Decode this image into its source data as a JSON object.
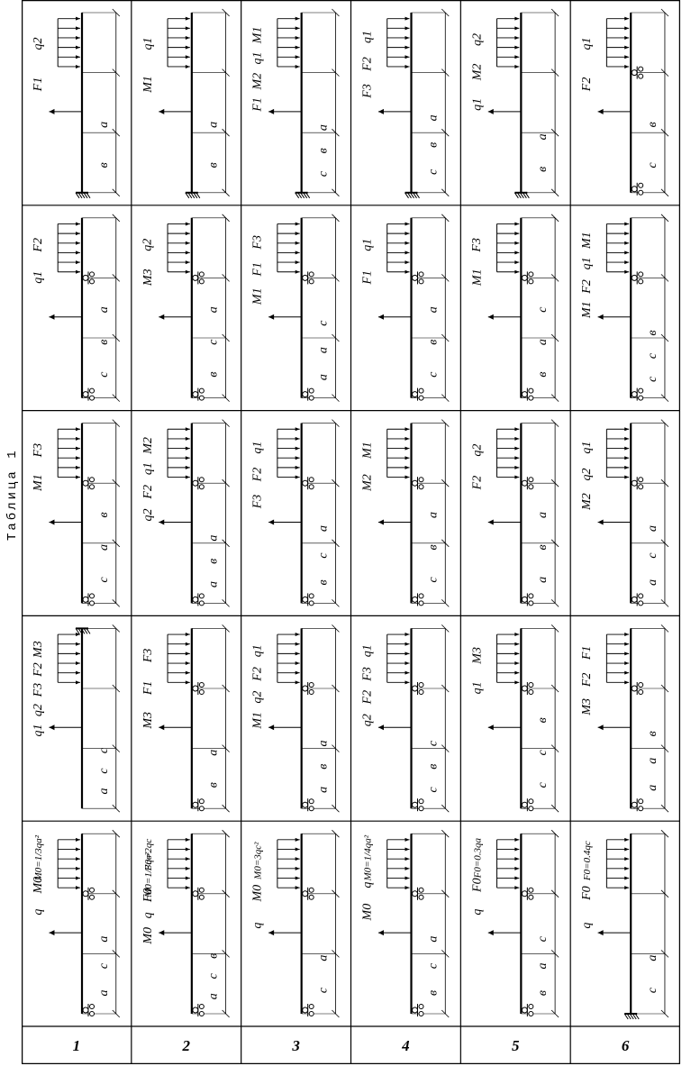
{
  "caption": "Таблица 1",
  "rows": [
    {
      "label": "1",
      "cells": [
        {
          "beam": "cantilever-left",
          "labels": [
            "q2",
            "F1",
            "a",
            "в"
          ]
        },
        {
          "beam": "two-support",
          "labels": [
            "F2",
            "q1",
            "a",
            "в",
            "c"
          ]
        },
        {
          "beam": "two-support",
          "labels": [
            "F3",
            "M1",
            "в",
            "a",
            "c"
          ]
        },
        {
          "beam": "cantilever-right",
          "labels": [
            "M3",
            "F2",
            "F3",
            "q2",
            "q1",
            "c",
            "c",
            "a"
          ]
        },
        {
          "beam": "two-support",
          "labels": [
            "M0=1/3qa²",
            "M0",
            "q",
            "a",
            "c",
            "a"
          ]
        }
      ]
    },
    {
      "label": "2",
      "cells": [
        {
          "beam": "cantilever-left",
          "labels": [
            "q1",
            "M1",
            "a",
            "в"
          ]
        },
        {
          "beam": "two-support",
          "labels": [
            "q2",
            "M3",
            "a",
            "c",
            "в"
          ]
        },
        {
          "beam": "two-support",
          "labels": [
            "M2",
            "q1",
            "F2",
            "q2",
            "a",
            "в",
            "a"
          ]
        },
        {
          "beam": "two-support",
          "labels": [
            "F3",
            "F1",
            "M3",
            "a",
            "в"
          ]
        },
        {
          "beam": "two-support",
          "labels": [
            "F0=2qc",
            "M0=1/3qв²",
            "F0",
            "q",
            "M0",
            "в",
            "c",
            "a"
          ]
        }
      ]
    },
    {
      "label": "3",
      "cells": [
        {
          "beam": "cantilever-left",
          "labels": [
            "M1",
            "q1",
            "M2",
            "F1",
            "a",
            "в",
            "c"
          ]
        },
        {
          "beam": "two-support",
          "labels": [
            "F3",
            "F1",
            "M1",
            "c",
            "a",
            "a"
          ]
        },
        {
          "beam": "two-support",
          "labels": [
            "q1",
            "F2",
            "F3",
            "a",
            "c",
            "в"
          ]
        },
        {
          "beam": "two-support",
          "labels": [
            "q1",
            "F2",
            "q2",
            "M1",
            "a",
            "в",
            "a"
          ]
        },
        {
          "beam": "two-support",
          "labels": [
            "M0=3qc²",
            "M0",
            "q",
            "a",
            "c"
          ]
        }
      ]
    },
    {
      "label": "4",
      "cells": [
        {
          "beam": "cantilever-left",
          "labels": [
            "q1",
            "F2",
            "F3",
            "a",
            "в",
            "c"
          ]
        },
        {
          "beam": "two-support",
          "labels": [
            "q1",
            "F1",
            "a",
            "в",
            "c"
          ]
        },
        {
          "beam": "two-support",
          "labels": [
            "M1",
            "M2",
            "a",
            "в",
            "c"
          ]
        },
        {
          "beam": "two-support",
          "labels": [
            "q1",
            "F3",
            "F2",
            "q2",
            "c",
            "в",
            "c"
          ]
        },
        {
          "beam": "two-support",
          "labels": [
            "M0=1/4qa²",
            "q",
            "M0",
            "a",
            "c",
            "в"
          ]
        }
      ]
    },
    {
      "label": "5",
      "cells": [
        {
          "beam": "cantilever-left",
          "labels": [
            "q2",
            "M2",
            "q1",
            "a",
            "в"
          ]
        },
        {
          "beam": "two-support",
          "labels": [
            "F3",
            "M1",
            "c",
            "a",
            "в"
          ]
        },
        {
          "beam": "two-support",
          "labels": [
            "q2",
            "F2",
            "a",
            "в",
            "a"
          ]
        },
        {
          "beam": "two-support",
          "labels": [
            "M3",
            "q1",
            "в",
            "c",
            "c"
          ]
        },
        {
          "beam": "two-support",
          "labels": [
            "F0=0.3qa",
            "F0",
            "q",
            "c",
            "a",
            "в"
          ]
        }
      ]
    },
    {
      "label": "6",
      "cells": [
        {
          "beam": "two-support",
          "labels": [
            "q1",
            "F2",
            "в",
            "c"
          ]
        },
        {
          "beam": "two-support",
          "labels": [
            "M1",
            "q1",
            "F2",
            "M1",
            "в",
            "c",
            "c"
          ]
        },
        {
          "beam": "two-support",
          "labels": [
            "q1",
            "q2",
            "M2",
            "a",
            "c",
            "a"
          ]
        },
        {
          "beam": "two-support",
          "labels": [
            "F1",
            "F2",
            "M3",
            "в",
            "a",
            "a"
          ]
        },
        {
          "beam": "cantilever-left",
          "labels": [
            "F0=0.4qc",
            "F0",
            "q",
            "a",
            "c"
          ]
        }
      ]
    }
  ]
}
